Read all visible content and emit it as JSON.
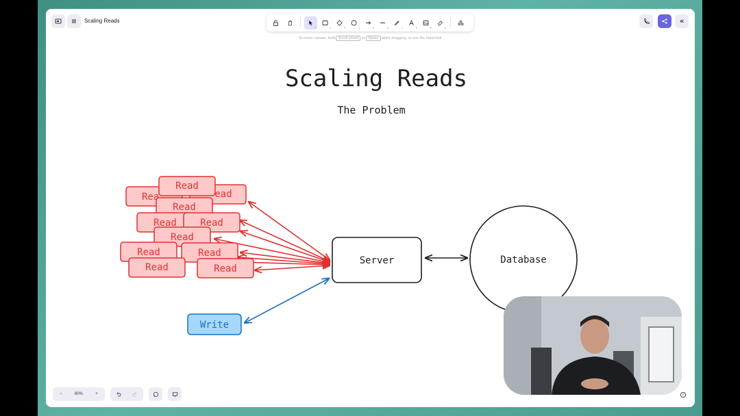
{
  "app": {
    "doc_title": "Scaling Reads",
    "hint_text": "To move canvas, hold",
    "hint_key1": "Scroll wheel",
    "hint_or": "or",
    "hint_key2": "Space",
    "hint_rest": "while dragging, or use the hand tool"
  },
  "toolbar": {
    "tools": [
      {
        "name": "lock-icon",
        "shortcut": ""
      },
      {
        "name": "hand-icon",
        "shortcut": ""
      },
      {
        "name": "selection-icon",
        "shortcut": "1",
        "active": true
      },
      {
        "name": "rectangle-icon",
        "shortcut": "2"
      },
      {
        "name": "diamond-icon",
        "shortcut": "3"
      },
      {
        "name": "ellipse-icon",
        "shortcut": "4"
      },
      {
        "name": "arrow-icon",
        "shortcut": "5"
      },
      {
        "name": "line-icon",
        "shortcut": "6"
      },
      {
        "name": "pencil-icon",
        "shortcut": "7"
      },
      {
        "name": "text-icon",
        "shortcut": "8"
      },
      {
        "name": "image-icon",
        "shortcut": "9"
      },
      {
        "name": "eraser-icon",
        "shortcut": "0"
      },
      {
        "name": "shapes-icon",
        "shortcut": ""
      }
    ]
  },
  "zoom": {
    "level": "80%"
  },
  "diagram": {
    "title": "Scaling Reads",
    "subtitle": "The Problem",
    "read_label": "Read",
    "read_partial_1": "Rea",
    "read_partial_2": "ead",
    "write_label": "Write",
    "server_label": "Server",
    "database_label": "Database",
    "colors": {
      "read_fill": "#ffc9c9",
      "read_stroke": "#e03131",
      "write_fill": "#a5d8ff",
      "write_stroke": "#1971c2",
      "ink": "#1e1e1e",
      "accent": "#6965db"
    }
  }
}
